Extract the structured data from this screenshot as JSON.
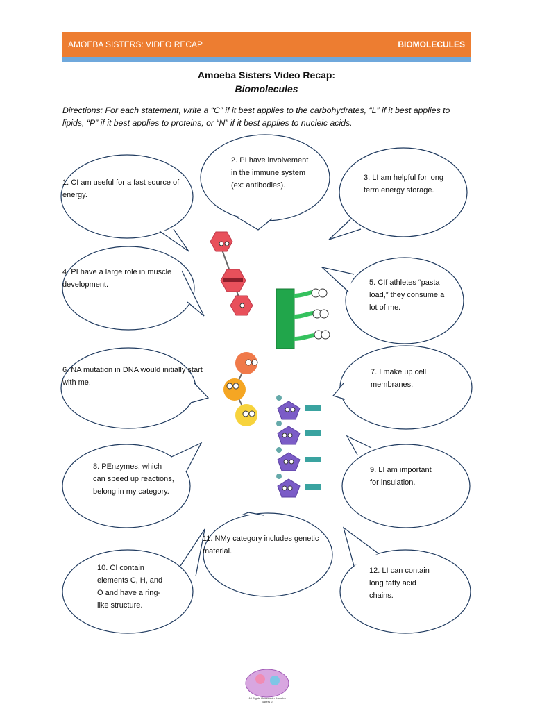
{
  "header": {
    "left": "AMOEBA SISTERS: VIDEO RECAP",
    "right": "BIOMOLECULES"
  },
  "title": {
    "line1": "Amoeba Sisters Video Recap:",
    "line2": "Biomolecules"
  },
  "directions": "Directions: For each statement, write a “C” if it best applies to the carbohydrates, “L” if it best applies to lipids, “P” if it best applies to proteins, or “N” if it best applies to nucleic acids.",
  "statements": [
    {
      "number": "1.",
      "answer": "C",
      "text": "I am useful for a fast source of energy."
    },
    {
      "number": "2.",
      "answer": "P",
      "text": "I have involvement in the immune system (ex: antibodies)."
    },
    {
      "number": "3.",
      "answer": "L",
      "text": "I am helpful for long term energy storage."
    },
    {
      "number": "4.",
      "answer": "P",
      "text": "I have a large role in muscle development."
    },
    {
      "number": "5.",
      "answer": "C",
      "text": "If athletes “pasta load,” they consume a lot of me."
    },
    {
      "number": "6.",
      "answer": "N",
      "text": "A mutation in DNA would initially start with me."
    },
    {
      "number": "7.",
      "answer": "",
      "text": "I make up cell membranes."
    },
    {
      "number": "8.",
      "answer": "P",
      "text": "Enzymes, which can speed up reactions, belong in my category."
    },
    {
      "number": "9.",
      "answer": "L",
      "text": "I am important for insulation."
    },
    {
      "number": "10.",
      "answer": "C",
      "text": "I contain elements C, H, and O and have a ring-like structure."
    },
    {
      "number": "11.",
      "answer": "N",
      "text": "My category includes genetic material."
    },
    {
      "number": "12.",
      "answer": "L",
      "text": "I can contain long fatty acid chains."
    }
  ],
  "footer": {
    "logo_caption": "All Rights Reserved • Amoeba Sisters ©"
  },
  "colors": {
    "banner": "#ed7d31",
    "stripe": "#6fa8dc",
    "protein": "#e8505b",
    "carb": "#21a64b",
    "nucleic": "#f5a623",
    "lipid": "#7b5cc7"
  }
}
